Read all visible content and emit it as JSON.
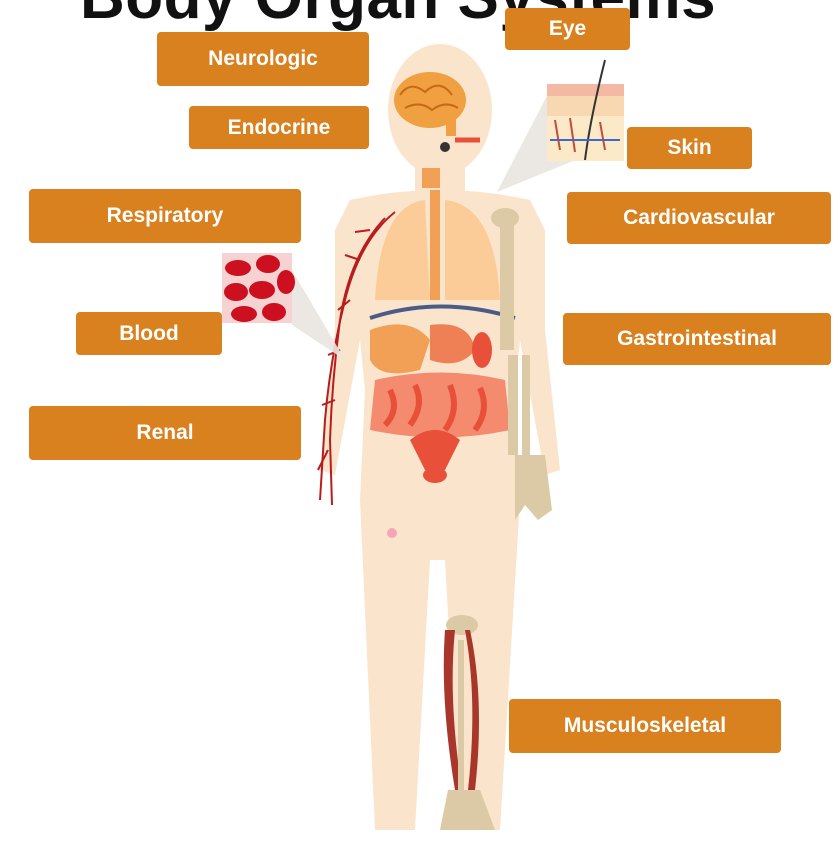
{
  "title": "Body Organ Systems",
  "colors": {
    "label_bg": "#d9801f",
    "label_text": "#ffffff",
    "skin": "#fbe4cc",
    "organ_orange": "#f2a055",
    "organ_red": "#e8503a",
    "vessel": "#b81d1d",
    "bone": "#dcc9a5",
    "muscle": "#a8362b",
    "blood_cell": "#cc1020"
  },
  "systems": [
    {
      "id": "neurologic",
      "label": "Neurologic"
    },
    {
      "id": "endocrine",
      "label": "Endocrine"
    },
    {
      "id": "eye",
      "label": "Eye"
    },
    {
      "id": "skin",
      "label": "Skin"
    },
    {
      "id": "respiratory",
      "label": "Respiratory"
    },
    {
      "id": "cardiovascular",
      "label": "Cardiovascular"
    },
    {
      "id": "blood",
      "label": "Blood"
    },
    {
      "id": "gastrointestinal",
      "label": "Gastrointestinal"
    },
    {
      "id": "renal",
      "label": "Renal"
    },
    {
      "id": "musculoskeletal",
      "label": "Musculoskeletal"
    }
  ]
}
